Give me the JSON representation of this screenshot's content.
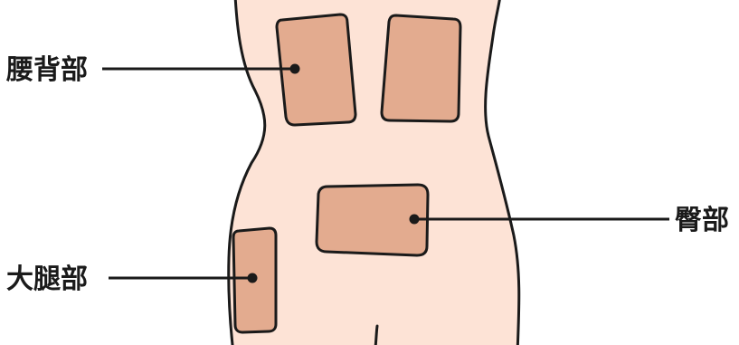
{
  "labels": {
    "lower_back": "腰背部",
    "buttock": "臀部",
    "thigh": "大腿部"
  },
  "colors": {
    "skin": "#fde3d6",
    "patch": "#e3ab8f",
    "outline": "#1a1a1a",
    "background": "#ffffff"
  }
}
